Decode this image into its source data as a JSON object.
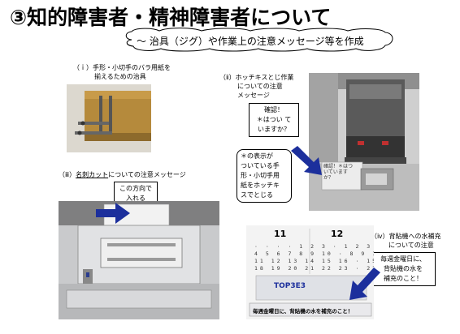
{
  "title": "③知的障害者・精神障害者について",
  "subtitle": "～ 治具（ジグ）や作業上の注意メッセージ等を作成",
  "sections": {
    "jig": {
      "caption_line1": "（ｉ）手形・小切手のバラ用紙を",
      "caption_line2": "揃えるための治具"
    },
    "stapler": {
      "caption_line1": "（ⅱ）ホッチキスとじ作業",
      "caption_line2": "についての注意",
      "caption_line3": "メッセージ",
      "note1": [
        "確認！",
        "＊はつい て",
        "いますか？"
      ],
      "note2": [
        "＊の表示が",
        "ついている手",
        "形・小切手用",
        "紙をホッチキ",
        "スでとじる"
      ],
      "label_sticker": "確認！＊はついていますか？"
    },
    "cutter": {
      "caption_prefix": "（ⅲ）",
      "caption_underlined": "名刺カット",
      "caption_suffix": "についての注意メッセージ",
      "note": [
        "この方向で",
        "入れる"
      ]
    },
    "calendar": {
      "caption_line1": "（ⅳ）背貼機への水補充",
      "caption_line2": "についての注意",
      "note": [
        "毎週金曜日に、",
        "背貼機の水を",
        "補充のこと！"
      ],
      "month_left": "11",
      "month_right": "12",
      "banner": "毎週金曜日に、背貼機の水を補充のこと！",
      "logo": "TOP3E3"
    }
  },
  "colors": {
    "arrow": "#1c2f9c",
    "photo_bg": "#cfd0d2"
  }
}
